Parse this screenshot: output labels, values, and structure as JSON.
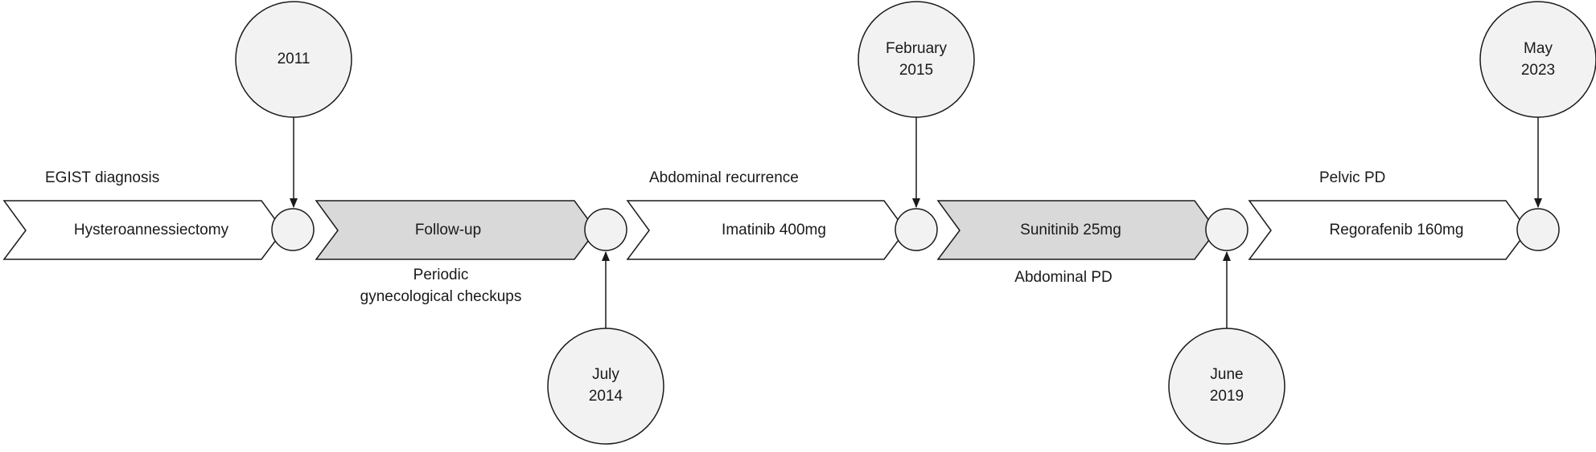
{
  "colors": {
    "stroke": "#1a1a1a",
    "arrow_white": "#ffffff",
    "arrow_gray": "#d9d9d9",
    "circle_fill": "#f2f2f2"
  },
  "phases": [
    {
      "label": "Hysteroannessiectomy",
      "fill": "white"
    },
    {
      "label": "Follow-up",
      "fill": "gray"
    },
    {
      "label": "Imatinib 400mg",
      "fill": "white"
    },
    {
      "label": "Sunitinib 25mg",
      "fill": "gray"
    },
    {
      "label": "Regorafenib 160mg",
      "fill": "white"
    }
  ],
  "events": [
    {
      "lines": [
        "2011"
      ]
    },
    {
      "lines": [
        "July",
        "2014"
      ]
    },
    {
      "lines": [
        "February",
        "2015"
      ]
    },
    {
      "lines": [
        "June",
        "2019"
      ]
    },
    {
      "lines": [
        "May",
        "2023"
      ]
    }
  ],
  "annotations": {
    "egist": "EGIST diagnosis",
    "periodic": [
      "Periodic",
      "gynecological checkups"
    ],
    "abdominal_recurrence": "Abdominal recurrence",
    "abdominal_pd": "Abdominal PD",
    "pelvic_pd": "Pelvic PD"
  }
}
